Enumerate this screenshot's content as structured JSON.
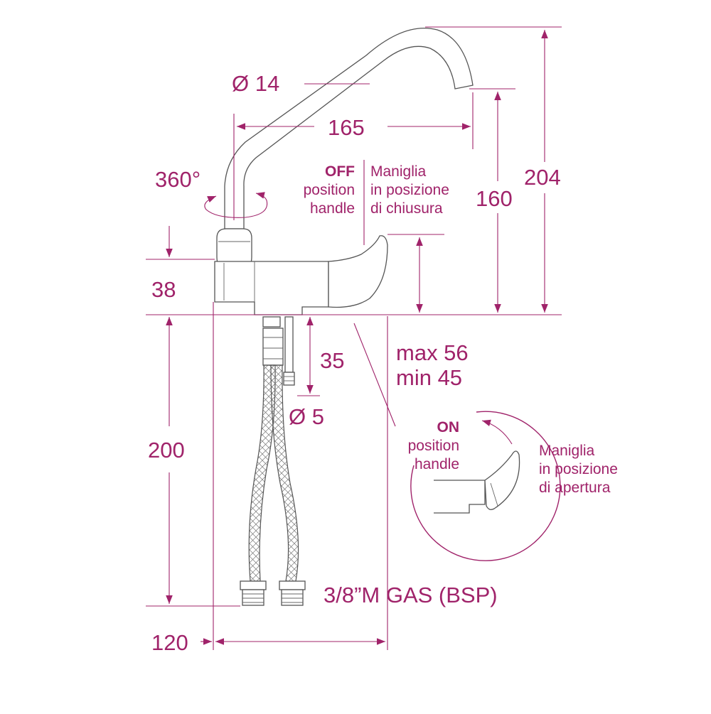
{
  "colors": {
    "dimension": "#a0236a",
    "outline": "#555555"
  },
  "dimensions": {
    "pipe_diameter": "Ø 14",
    "spout_reach": "165",
    "rotation": "360°",
    "spout_height": "160",
    "total_height": "204",
    "body_height": "38",
    "stud_length": "35",
    "stud_diameter": "Ø 5",
    "max_thickness": "max 56",
    "min_thickness": "min 45",
    "hose_length": "200",
    "connection": "3/8”M GAS (BSP)",
    "base_width": "120"
  },
  "off_handle": {
    "title": "OFF",
    "line2": "position",
    "line3": "handle",
    "it_line1": "Maniglia",
    "it_line2": "in posizione",
    "it_line3": "di chiusura"
  },
  "on_handle": {
    "title": "ON",
    "line2": "position",
    "line3": "handle",
    "it_line1": "Maniglia",
    "it_line2": "in posizione",
    "it_line3": "di apertura"
  }
}
